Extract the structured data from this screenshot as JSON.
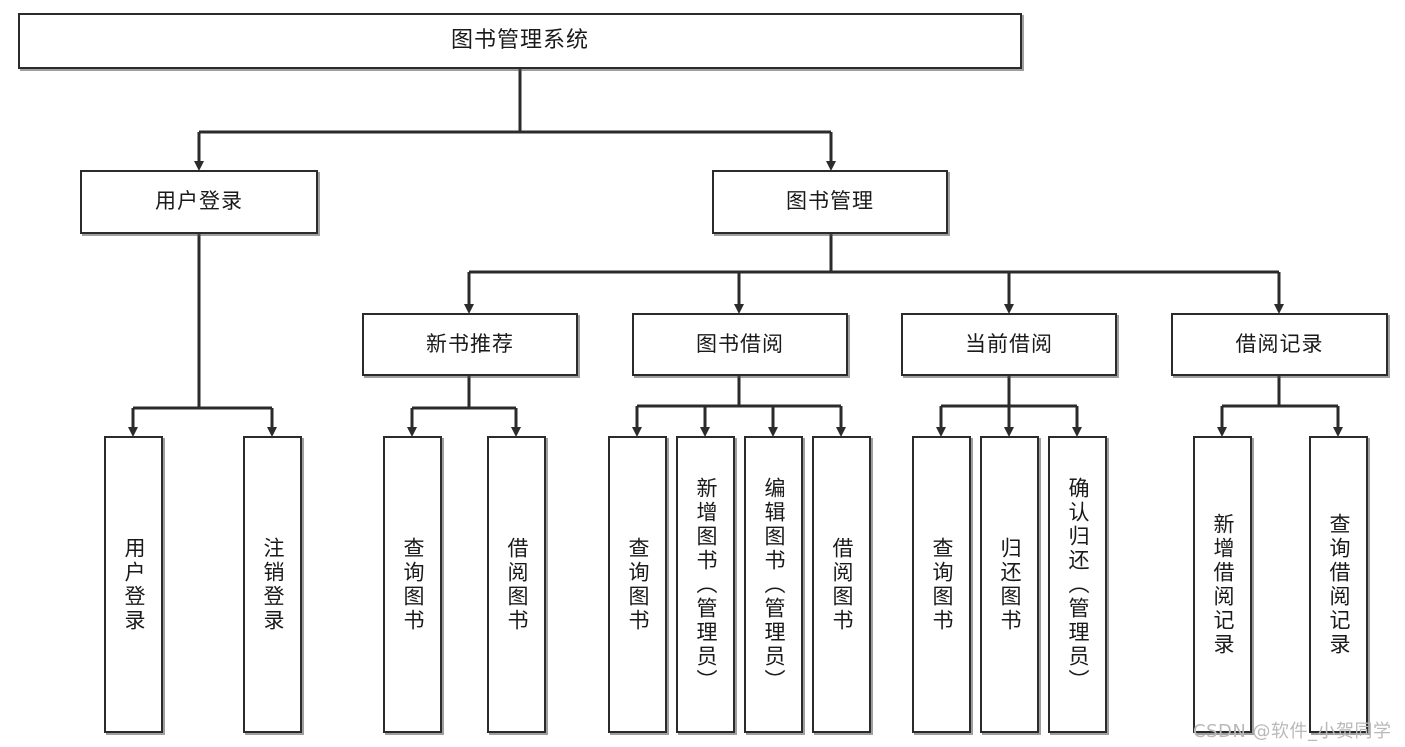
{
  "diagram": {
    "title": "图书管理系统",
    "type": "tree-hierarchy",
    "orientation": "top-down",
    "colors": {
      "box_border": "#2b2b2b",
      "box_fill": "#ffffff",
      "edge": "#2b2b2b",
      "background": "#ffffff",
      "watermark": "#b9b9b9"
    }
  },
  "nodes": {
    "root": {
      "label": "图书管理系统"
    },
    "level2": [
      {
        "id": "user-login",
        "label": "用户登录"
      },
      {
        "id": "book-management",
        "label": "图书管理"
      }
    ],
    "level3": [
      {
        "id": "new-book-recommend",
        "label": "新书推荐"
      },
      {
        "id": "book-borrow",
        "label": "图书借阅"
      },
      {
        "id": "current-borrow",
        "label": "当前借阅"
      },
      {
        "id": "borrow-record",
        "label": "借阅记录"
      }
    ],
    "leaves": {
      "user_login": [
        {
          "id": "leaf-user-login",
          "label": "用户登录"
        },
        {
          "id": "leaf-logout-login",
          "label": "注销登录"
        }
      ],
      "new_book_recommend": [
        {
          "id": "leaf-query-book-1",
          "label": "查询图书"
        },
        {
          "id": "leaf-borrow-book-1",
          "label": "借阅图书"
        }
      ],
      "book_borrow": [
        {
          "id": "leaf-query-book-2",
          "label": "查询图书"
        },
        {
          "id": "leaf-add-book-admin",
          "label": "新增图书（管理员）"
        },
        {
          "id": "leaf-edit-book-admin",
          "label": "编辑图书（管理员）"
        },
        {
          "id": "leaf-borrow-book-2",
          "label": "借阅图书"
        }
      ],
      "current_borrow": [
        {
          "id": "leaf-query-book-3",
          "label": "查询图书"
        },
        {
          "id": "leaf-return-book",
          "label": "归还图书"
        },
        {
          "id": "leaf-confirm-return-admin",
          "label": "确认归还（管理员）"
        }
      ],
      "borrow_record": [
        {
          "id": "leaf-add-borrow-record",
          "label": "新增借阅记录"
        },
        {
          "id": "leaf-query-borrow-record",
          "label": "查询借阅记录"
        }
      ]
    }
  },
  "watermark": {
    "text": "CSDN @软件_小贺同学"
  }
}
